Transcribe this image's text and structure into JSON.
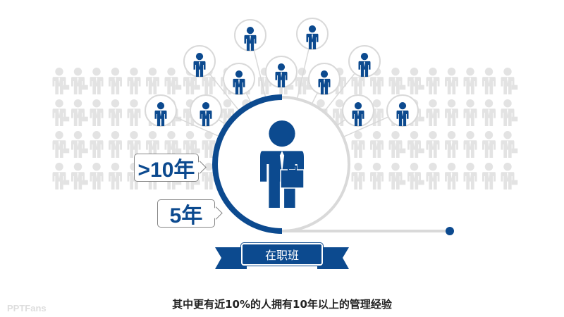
{
  "labels": {
    "over_ten": ">10年",
    "five": "5年"
  },
  "ribbon": "在职班",
  "caption": "其中更有近10%的人拥有10年以上的管理经验",
  "watermark": "PPTFans",
  "colors": {
    "primary": "#0c4a8f",
    "grey": "#d9d9d9",
    "pattern": "#e3e3e3"
  },
  "progress_fraction": 0.5
}
